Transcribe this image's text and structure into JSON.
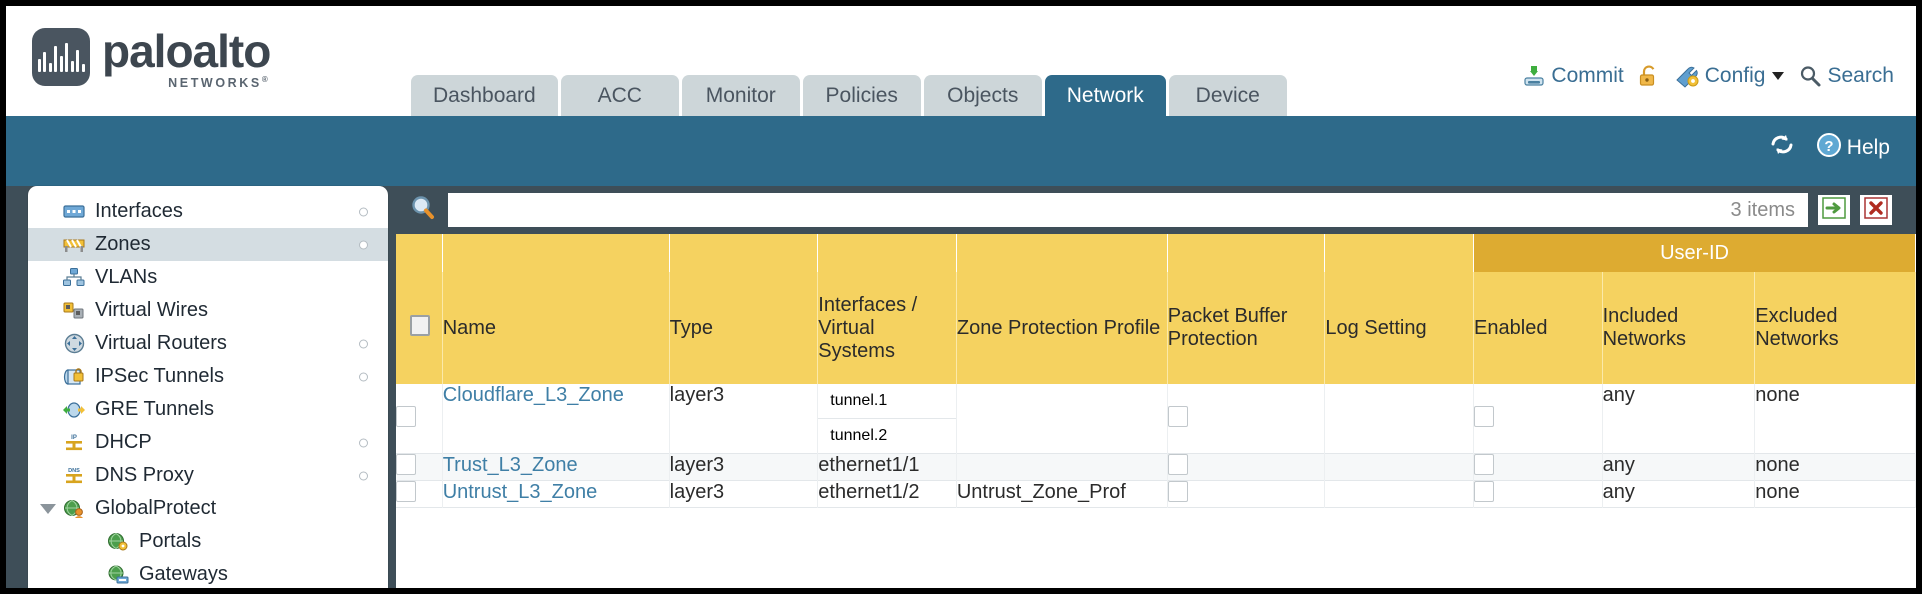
{
  "brand": {
    "name": "paloalto",
    "sub": "NETWORKS",
    "reg": "®"
  },
  "nav": {
    "tabs": [
      {
        "label": "Dashboard",
        "active": false
      },
      {
        "label": "ACC",
        "active": false
      },
      {
        "label": "Monitor",
        "active": false
      },
      {
        "label": "Policies",
        "active": false
      },
      {
        "label": "Objects",
        "active": false
      },
      {
        "label": "Network",
        "active": true
      },
      {
        "label": "Device",
        "active": false
      }
    ]
  },
  "header_actions": {
    "commit": "Commit",
    "lock_icon": "padlock-unlocked-icon",
    "config": "Config",
    "search": "Search"
  },
  "blue_bar": {
    "refresh_icon": "refresh-icon",
    "help": "Help"
  },
  "sidebar": {
    "items": [
      {
        "label": "Interfaces",
        "icon": "interfaces-icon",
        "selected": false,
        "dot": true,
        "child": false,
        "expander": false
      },
      {
        "label": "Zones",
        "icon": "zones-icon",
        "selected": true,
        "dot": true,
        "child": false,
        "expander": false
      },
      {
        "label": "VLANs",
        "icon": "vlans-icon",
        "selected": false,
        "dot": false,
        "child": false,
        "expander": false
      },
      {
        "label": "Virtual Wires",
        "icon": "virtual-wires-icon",
        "selected": false,
        "dot": false,
        "child": false,
        "expander": false
      },
      {
        "label": "Virtual Routers",
        "icon": "virtual-routers-icon",
        "selected": false,
        "dot": true,
        "child": false,
        "expander": false
      },
      {
        "label": "IPSec Tunnels",
        "icon": "ipsec-tunnels-icon",
        "selected": false,
        "dot": true,
        "child": false,
        "expander": false
      },
      {
        "label": "GRE Tunnels",
        "icon": "gre-tunnels-icon",
        "selected": false,
        "dot": false,
        "child": false,
        "expander": false
      },
      {
        "label": "DHCP",
        "icon": "dhcp-icon",
        "selected": false,
        "dot": true,
        "child": false,
        "expander": false
      },
      {
        "label": "DNS Proxy",
        "icon": "dns-proxy-icon",
        "selected": false,
        "dot": true,
        "child": false,
        "expander": false
      },
      {
        "label": "GlobalProtect",
        "icon": "globalprotect-icon",
        "selected": false,
        "dot": false,
        "child": false,
        "expander": true
      },
      {
        "label": "Portals",
        "icon": "portals-icon",
        "selected": false,
        "dot": false,
        "child": true,
        "expander": false
      },
      {
        "label": "Gateways",
        "icon": "gateways-icon",
        "selected": false,
        "dot": false,
        "child": true,
        "expander": false
      }
    ]
  },
  "search": {
    "value": "",
    "placeholder": "",
    "items_count": "3 items",
    "apply_icon": "green-arrow-apply-icon",
    "clear_icon": "red-x-clear-icon"
  },
  "table": {
    "group_header": {
      "label": "User-ID",
      "span": 3
    },
    "columns": [
      {
        "key": "check",
        "label": ""
      },
      {
        "key": "name",
        "label": "Name"
      },
      {
        "key": "type",
        "label": "Type"
      },
      {
        "key": "interfaces",
        "label": "Interfaces / Virtual Systems"
      },
      {
        "key": "zone_protection",
        "label": "Zone Protection Profile"
      },
      {
        "key": "packet_buffer",
        "label": "Packet Buffer Protection"
      },
      {
        "key": "log_setting",
        "label": "Log Setting"
      },
      {
        "key": "userid_enabled",
        "label": "Enabled"
      },
      {
        "key": "included",
        "label": "Included Networks"
      },
      {
        "key": "excluded",
        "label": "Excluded Networks"
      }
    ],
    "rows": [
      {
        "selected": false,
        "name": "Cloudflare_L3_Zone",
        "type": "layer3",
        "interfaces": [
          "tunnel.1",
          "tunnel.2"
        ],
        "zone_protection": "",
        "packet_buffer_checked": false,
        "log_setting": "",
        "userid_enabled_checked": false,
        "included": "any",
        "excluded": "none"
      },
      {
        "selected": false,
        "name": "Trust_L3_Zone",
        "type": "layer3",
        "interfaces": [
          "ethernet1/1"
        ],
        "zone_protection": "",
        "packet_buffer_checked": false,
        "log_setting": "",
        "userid_enabled_checked": false,
        "included": "any",
        "excluded": "none"
      },
      {
        "selected": false,
        "name": "Untrust_L3_Zone",
        "type": "layer3",
        "interfaces": [
          "ethernet1/2"
        ],
        "zone_protection": "Untrust_Zone_Prof",
        "packet_buffer_checked": false,
        "log_setting": "",
        "userid_enabled_checked": false,
        "included": "any",
        "excluded": "none"
      }
    ]
  },
  "colors": {
    "brand_blue": "#2e6a8a",
    "header_gold": "#f5d260",
    "group_gold": "#ddab31",
    "body_slate": "#3e4e58",
    "link_blue": "#3f7fa6"
  }
}
